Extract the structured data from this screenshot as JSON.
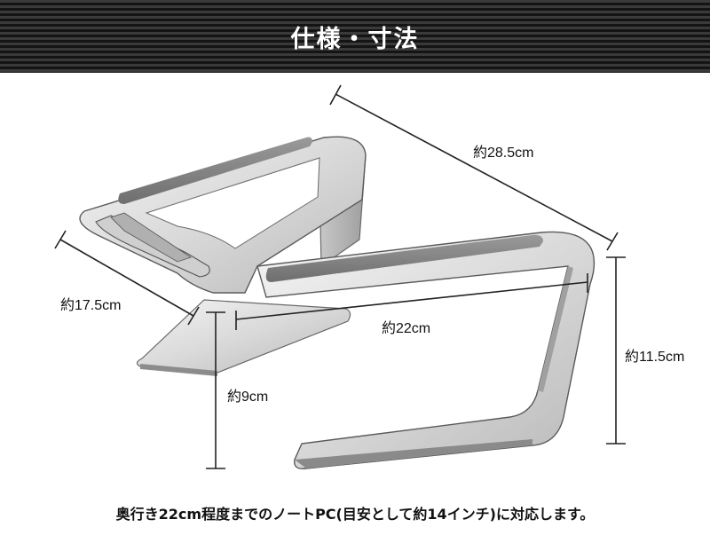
{
  "banner": {
    "title": "仕様・寸法"
  },
  "dimensions": {
    "length": "約28.5cm",
    "width": "約17.5cm",
    "inner_depth": "約22cm",
    "height": "約11.5cm",
    "front_height": "約9cm"
  },
  "footer": {
    "note": "奥行き22cm程度までのノートPC(目安として約14インチ)に対応します。"
  }
}
